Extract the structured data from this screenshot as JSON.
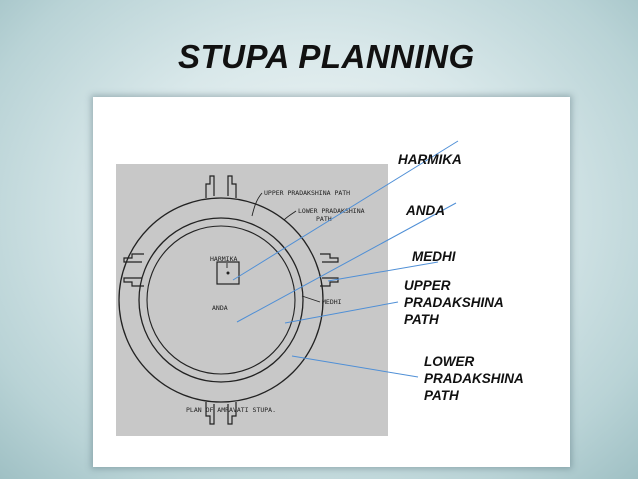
{
  "slide": {
    "title": "STUPA PLANNING"
  },
  "sketch": {
    "caption": "PLAN OF AMRAVATI STUPA.",
    "notes": {
      "upper_path": "UPPER PRADAKSHINA PATH",
      "lower_path_line1": "LOWER PRADAKSHINA",
      "lower_path_line2": "PATH",
      "harmika": "HARMIKA",
      "anda": "ANDA",
      "medhi": "MEDHI"
    }
  },
  "labels": {
    "harmika": "HARMIKA",
    "anda": "ANDA",
    "medhi": "MEDHI",
    "upper_pradakshina_path": "UPPER\nPRADAKSHINA\nPATH",
    "lower_pradakshina_path": "LOWER\nPRADAKSHINA\nPATH"
  },
  "colors": {
    "leader_line": "#4f8fd6"
  }
}
